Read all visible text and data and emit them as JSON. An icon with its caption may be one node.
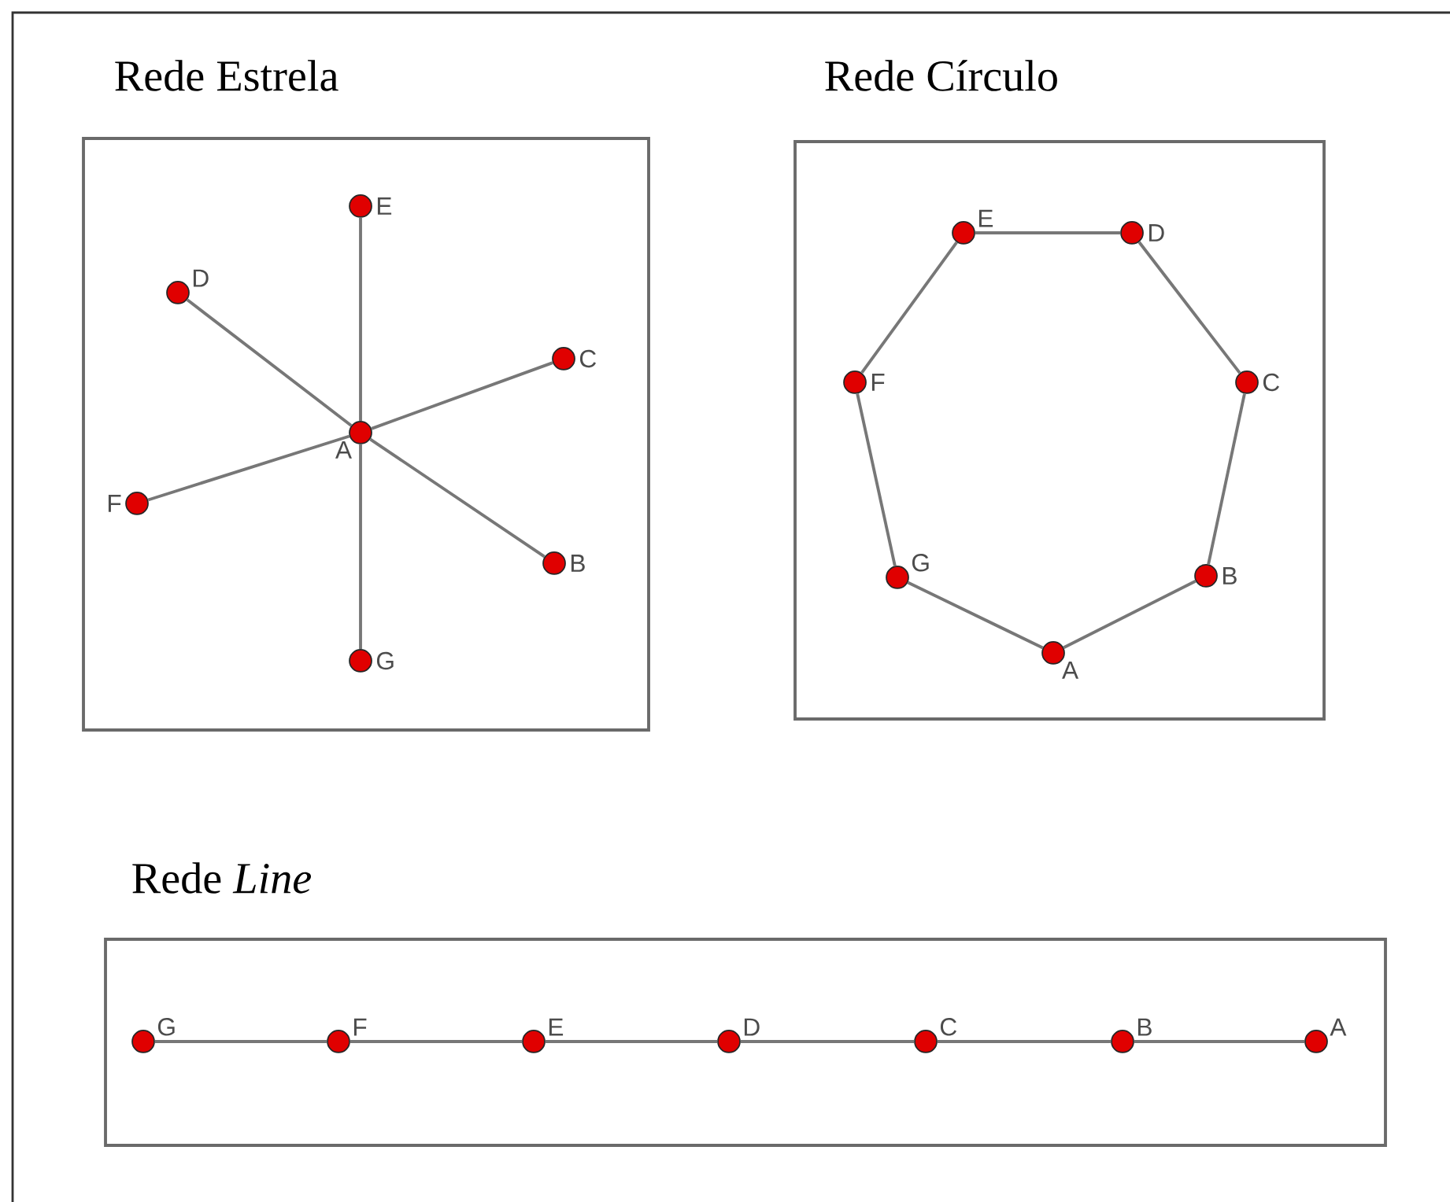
{
  "diagram": {
    "nodes": [
      {
        "text": [
          "Rede Estrela"
        ]
      },
      {
        "text": [],
        "shape": "circle",
        "beside": [
          "E"
        ],
        "in": 0
      },
      {
        "text": [],
        "shape": "circle",
        "beside": [
          "D"
        ],
        "in": 0
      },
      {
        "text": [],
        "shape": "circle",
        "beside": [
          "C"
        ],
        "in": 0
      },
      {
        "text": [],
        "shape": "circle",
        "beside": [
          "A"
        ],
        "in": 0
      },
      {
        "text": [],
        "shape": "circle",
        "beside": [
          "F"
        ],
        "in": 0
      },
      {
        "text": [],
        "shape": "circle",
        "beside": [
          "B"
        ],
        "in": 0
      },
      {
        "text": [],
        "shape": "circle",
        "beside": [
          "G"
        ],
        "in": 0
      },
      {
        "text": [
          "Rede Círculo"
        ]
      },
      {
        "text": [],
        "shape": "circle",
        "beside": [
          "E"
        ],
        "in": 8
      },
      {
        "text": [],
        "shape": "circle",
        "beside": [
          "D"
        ],
        "in": 8
      },
      {
        "text": [],
        "shape": "circle",
        "beside": [
          "F"
        ],
        "in": 8
      },
      {
        "text": [],
        "shape": "circle",
        "beside": [
          "C"
        ],
        "in": 8
      },
      {
        "text": [],
        "shape": "circle",
        "beside": [
          "G"
        ],
        "in": 8
      },
      {
        "text": [],
        "shape": "circle",
        "beside": [
          "B"
        ],
        "in": 8
      },
      {
        "text": [],
        "shape": "circle",
        "beside": [
          "A"
        ],
        "in": 8
      },
      {
        "text": [
          "Rede *Line*"
        ]
      },
      {
        "text": [],
        "shape": "circle",
        "beside": [
          "G"
        ],
        "in": 16
      },
      {
        "text": [],
        "shape": "circle",
        "beside": [
          "F"
        ],
        "in": 16
      },
      {
        "text": [],
        "shape": "circle",
        "beside": [
          "E"
        ],
        "in": 16
      },
      {
        "text": [],
        "shape": "circle",
        "beside": [
          "D"
        ],
        "in": 16
      },
      {
        "text": [],
        "shape": "circle",
        "beside": [
          "C"
        ],
        "in": 16
      },
      {
        "text": [],
        "shape": "circle",
        "beside": [
          "B"
        ],
        "in": 16
      },
      {
        "text": [],
        "shape": "circle",
        "beside": [
          "A"
        ],
        "in": 16
      }
    ],
    "edges": [
      {
        "from": 4,
        "to": 1,
        "arrow": "none"
      },
      {
        "from": 4,
        "to": 2,
        "arrow": "none"
      },
      {
        "from": 4,
        "to": 3,
        "arrow": "none"
      },
      {
        "from": 4,
        "to": 5,
        "arrow": "none"
      },
      {
        "from": 4,
        "to": 6,
        "arrow": "none"
      },
      {
        "from": 4,
        "to": 7,
        "arrow": "none"
      },
      {
        "from": 9,
        "to": 10,
        "arrow": "none"
      },
      {
        "from": 10,
        "to": 12,
        "arrow": "none"
      },
      {
        "from": 12,
        "to": 14,
        "arrow": "none"
      },
      {
        "from": 14,
        "to": 15,
        "arrow": "none"
      },
      {
        "from": 15,
        "to": 13,
        "arrow": "none"
      },
      {
        "from": 13,
        "to": 11,
        "arrow": "none"
      },
      {
        "from": 11,
        "to": 9,
        "arrow": "none"
      },
      {
        "from": 17,
        "to": 18,
        "arrow": "none"
      },
      {
        "from": 18,
        "to": 19,
        "arrow": "none"
      },
      {
        "from": 19,
        "to": 20,
        "arrow": "none"
      },
      {
        "from": 20,
        "to": 21,
        "arrow": "none"
      },
      {
        "from": 21,
        "to": 22,
        "arrow": "none"
      },
      {
        "from": 22,
        "to": 23,
        "arrow": "none"
      }
    ]
  }
}
